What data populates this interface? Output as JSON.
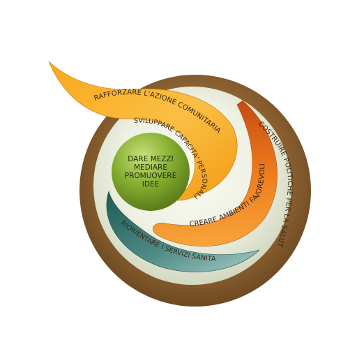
{
  "diagram": {
    "center": {
      "lines": [
        "DARE MEZZI",
        "MEDIARE",
        "PROMUOVERE",
        "IDEE"
      ]
    },
    "labels": {
      "community_action": "RAFFORZARE L'AZIONE COMUNITARIA",
      "personal_skills": "SVILUPPARE CAPACITA' PERSONALI",
      "supportive_environments": "CREARE AMBIENTI FAVOREVOLI",
      "reorient_services": "RIORIENTARE I SERVIZI SANITARI",
      "healthy_policy": "COSTRUIRE POLITICHE PER LA SALUTE"
    },
    "colors": {
      "outer_ring": "#8f6432",
      "inner_disc": "#eef0e2",
      "center_disc": "#7aa32a",
      "orange_swoosh": "#f5a623",
      "dark_orange_crescent": "#e8771c",
      "teal_crescent": "#2f6f66"
    }
  }
}
